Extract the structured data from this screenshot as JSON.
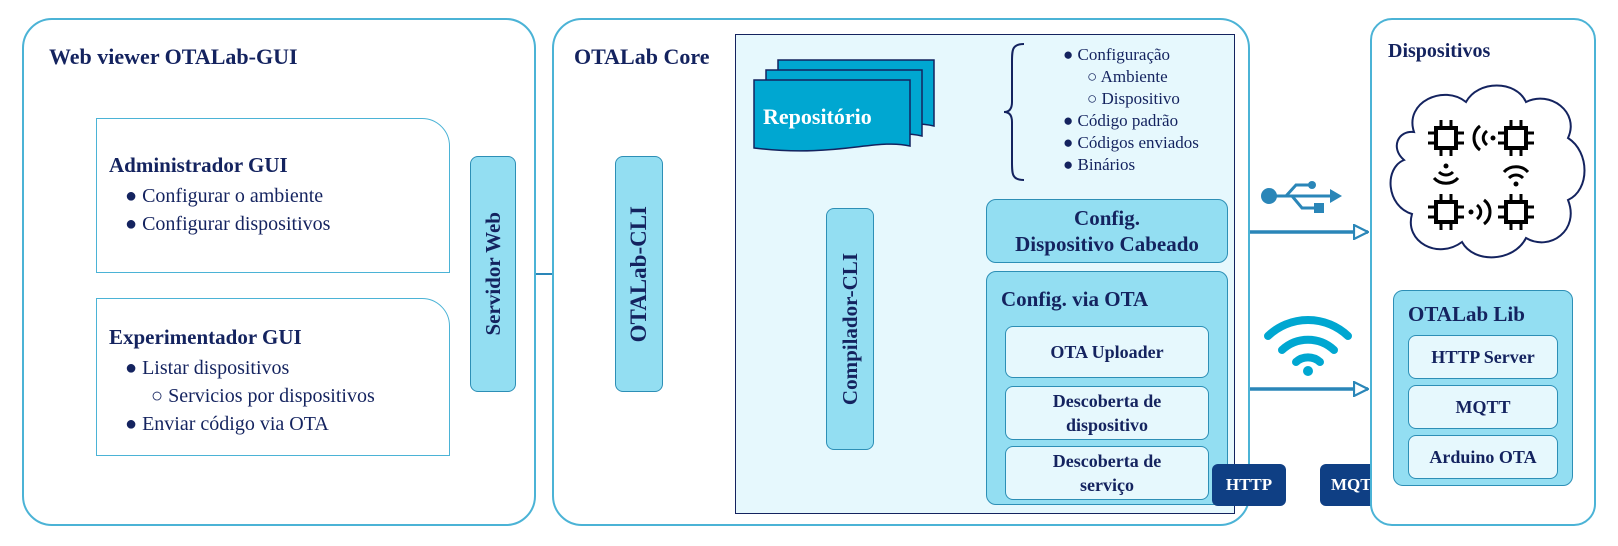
{
  "web_viewer": {
    "title": "Web viewer OTALab-GUI",
    "admin": {
      "title": "Administrador GUI",
      "items": [
        "● Configurar o ambiente",
        "● Configurar dispositivos"
      ]
    },
    "experimenter": {
      "title": "Experimentador GUI",
      "items": [
        "● Listar dispositivos",
        "○ Servicios por dispositivos",
        "● Enviar código via OTA"
      ]
    },
    "server_label": "Servidor Web"
  },
  "core": {
    "title": "OTALab Core",
    "cli_label": "OTALab-CLI",
    "repo_label": "Repositório",
    "repo_items": [
      "● Configuração",
      "○ Ambiente",
      "○ Dispositivo",
      "● Código padrão",
      "● Códigos enviados",
      "● Binários"
    ],
    "compiler_label": "Compilador-CLI",
    "wired_label_line1": "Config.",
    "wired_label_line2": "Dispositivo Cabeado",
    "ota_title": "Config. via OTA",
    "ota_items": [
      "OTA Uploader",
      "Descoberta de dispositivo",
      "Descoberta de serviço"
    ]
  },
  "protocols": {
    "http": "HTTP",
    "mqtt": "MQTT"
  },
  "devices": {
    "title": "Dispositivos",
    "lib_title": "OTALab Lib",
    "lib_items": [
      "HTTP Server",
      "MQTT",
      "Arduino OTA"
    ]
  },
  "icons": [
    "usb-icon",
    "wifi-icon",
    "chip-icon",
    "wireless-signal-icon",
    "cloud-icon"
  ],
  "colors": {
    "accent": "#4bb3d6",
    "fill": "#93def2",
    "light": "#e6f8fd",
    "dark": "#14235f",
    "badge": "#0f3f84",
    "arrow": "#2a86b8"
  }
}
